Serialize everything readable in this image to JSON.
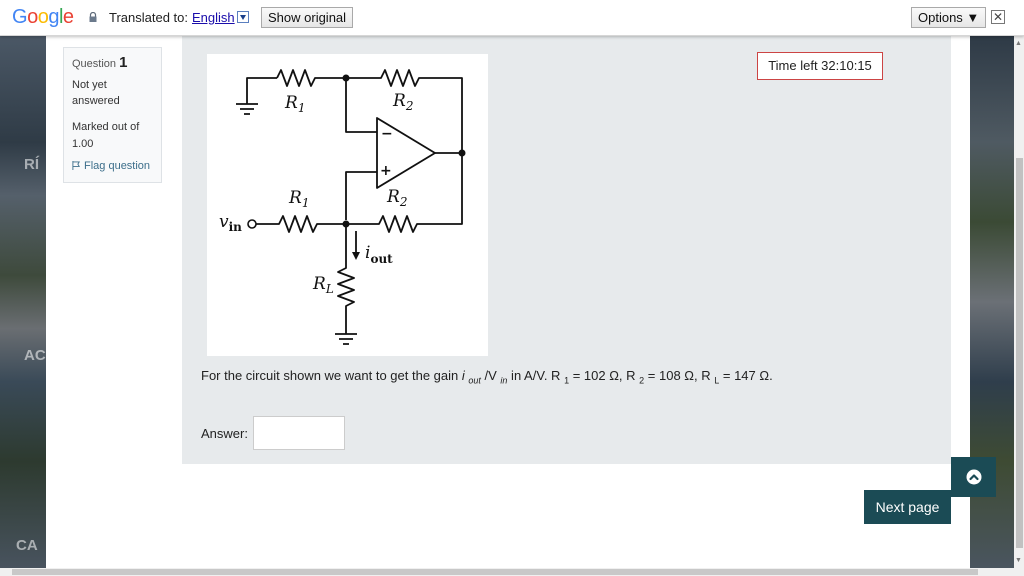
{
  "translate_bar": {
    "logo": "Google",
    "translated_to_label": "Translated to:",
    "language": "English",
    "show_original_label": "Show original",
    "options_label": "Options ▼",
    "close_glyph": "✕"
  },
  "background": {
    "left_labels": [
      "RÍ",
      "AC",
      "CA"
    ]
  },
  "question_info": {
    "question_word": "Question",
    "question_number": "1",
    "state": "Not yet answered",
    "grade": "Marked out of 1.00",
    "flag_label": "Flag question"
  },
  "timer": {
    "text": "Time left 32:10:15"
  },
  "circuit": {
    "labels": {
      "r1_top": "R",
      "r1_top_sub": "1",
      "r2_top": "R",
      "r2_top_sub": "2",
      "r1_bottom": "R",
      "r1_bottom_sub": "1",
      "r2_bottom": "R",
      "r2_bottom_sub": "2",
      "rl": "R",
      "rl_sub": "L",
      "vin": "v",
      "vin_sub": "in",
      "iout": "i",
      "iout_sub": "out",
      "minus": "−",
      "plus": "+"
    }
  },
  "question": {
    "text_part1": "For the circuit shown we want to get the gain ",
    "gain_i": "i",
    "gain_i_sub": "out",
    "gain_slash": " /V",
    "gain_v_sub": "in",
    "text_part2": " in A/V. R",
    "r1_sub": "1",
    "r1_value": " = 102 Ω, R",
    "r2_sub": "2",
    "r2_value": " = 108 Ω, R",
    "rl_sub": "L",
    "rl_value": " = 147 Ω."
  },
  "answer": {
    "label": "Answer:",
    "value": ""
  },
  "navigation": {
    "next_page_label": "Next page"
  },
  "colors": {
    "accent": "#1b4b55",
    "timer_border": "#cc4444",
    "link": "#1a0dab"
  }
}
